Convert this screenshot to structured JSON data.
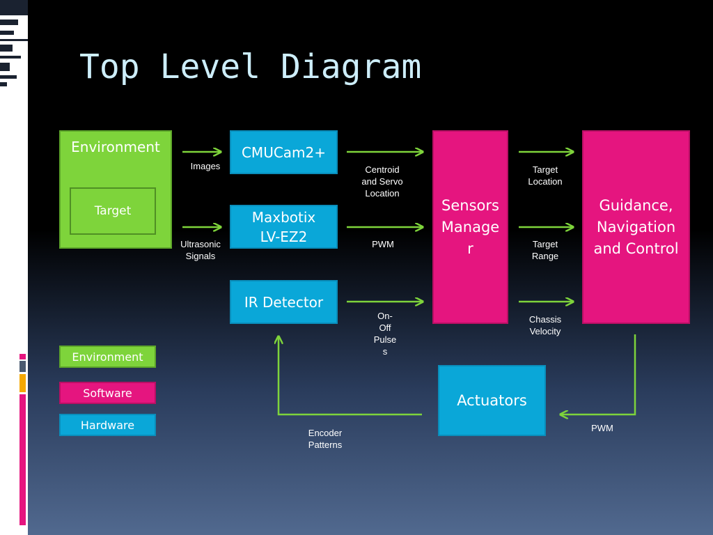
{
  "slide": {
    "title": "Top Level Diagram"
  },
  "blocks": {
    "environment": "Environment",
    "target": "Target",
    "cmucam": "CMUCam2+",
    "maxbotix_line1": "Maxbotix",
    "maxbotix_line2": "LV-EZ2",
    "ir_detector": "IR Detector",
    "sensors_line1": "Sensors",
    "sensors_line2": "Manage",
    "sensors_line3": "r",
    "guidance_line1": "Guidance,",
    "guidance_line2": "Navigation",
    "guidance_line3": "and Control",
    "actuators": "Actuators"
  },
  "signals": {
    "images": "Images",
    "ultrasonic_line1": "Ultrasonic",
    "ultrasonic_line2": "Signals",
    "centroid_line1": "Centroid",
    "centroid_line2": "and Servo",
    "centroid_line3": "Location",
    "pwm_sensor": "PWM",
    "onoff_line1": "On-",
    "onoff_line2": "Off",
    "onoff_line3": "Pulse",
    "onoff_line4": "s",
    "target_location_line1": "Target",
    "target_location_line2": "Location",
    "target_range_line1": "Target",
    "target_range_line2": "Range",
    "chassis_line1": "Chassis",
    "chassis_line2": "Velocity",
    "encoder_line1": "Encoder",
    "encoder_line2": "Patterns",
    "pwm_actuator": "PWM"
  },
  "legend": {
    "environment": "Environment",
    "software": "Software",
    "hardware": "Hardware"
  },
  "colors": {
    "environment": "#7ed43b",
    "software": "#e5157f",
    "hardware": "#0aa7d8",
    "arrow": "#7ed43b",
    "title": "#cdeefa"
  }
}
